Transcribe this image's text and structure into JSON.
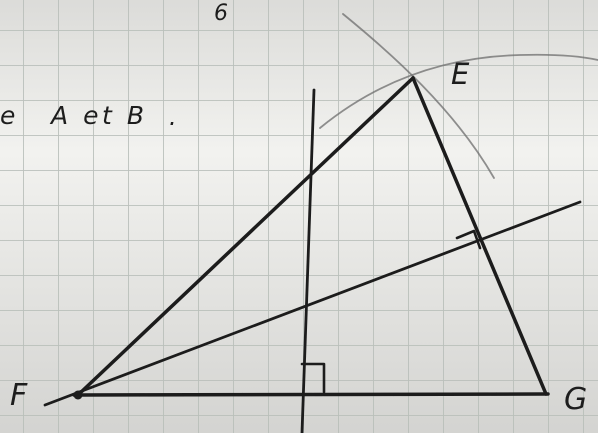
{
  "diagram": {
    "page_number": "6",
    "note_text": "A et B",
    "note_left_fragment": "e",
    "note_dot": ".",
    "vertices": {
      "E": {
        "label": "E"
      },
      "F": {
        "label": "F"
      },
      "G": {
        "label": "G"
      }
    },
    "colors": {
      "ink": "#1d1d1d",
      "grid": "#b8beb9",
      "arc": "#6e6e6e"
    }
  }
}
